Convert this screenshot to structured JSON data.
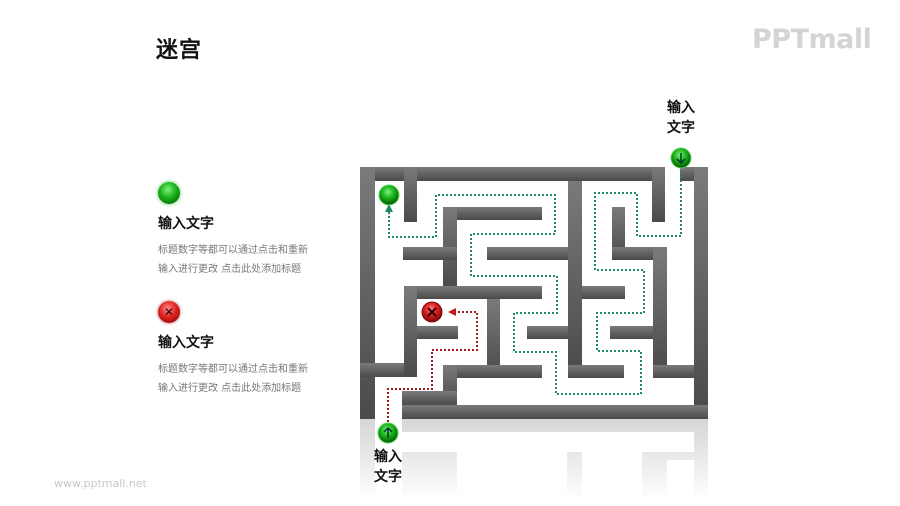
{
  "header": {
    "title": "迷宫",
    "logo": "PPTmall"
  },
  "legend": [
    {
      "icon": "green-ball-icon",
      "title": "输入文字",
      "desc_line1": "标题数字等都可以通过点击和重新",
      "desc_line2": "输入进行更改 点击此处添加标题"
    },
    {
      "icon": "red-x-ball-icon",
      "title": "输入文字",
      "desc_line1": "标题数字等都可以通过点击和重新",
      "desc_line2": "输入进行更改 点击此处添加标题"
    }
  ],
  "maze": {
    "entry_top_right_label_line1": "输入",
    "entry_top_right_label_line2": "文字",
    "entry_bottom_left_label_line1": "输入",
    "entry_bottom_left_label_line2": "文字",
    "colors": {
      "wall": "#5a5a5a",
      "wall_top": "#727272",
      "green_path": "#1e8a6a",
      "red_path": "#a01818"
    }
  },
  "footer": {
    "url": "www.pptmall.net"
  }
}
